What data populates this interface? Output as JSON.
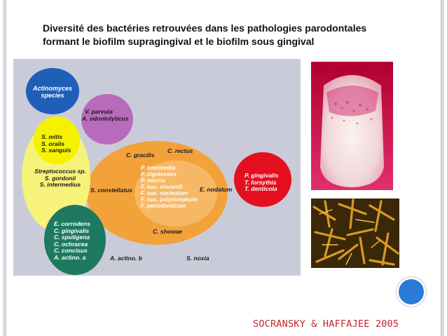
{
  "slide": {
    "title_line1": "Diversité des bactéries retrouvées dans les pathologies parodontales",
    "title_line2": "formant le biofilm supragingival et le biofilm sous gingival",
    "credit": "SOCRANSKY & HAFFAJEE 2005"
  },
  "colors": {
    "blue": "#1f5fb8",
    "purple": "#b86bbd",
    "yellow": "#f5f200",
    "pale_yellow": "#f7f27a",
    "orange": "#f3a23a",
    "light_orange": "#f7b866",
    "red": "#e4101f",
    "green": "#1d7a5e",
    "panel_bg": "#c9ccd8",
    "credit_red": "#c0262c",
    "accent_dot": "#2a7ad6"
  },
  "diagram": {
    "blue": [
      "Actinomyces",
      "species"
    ],
    "purple": [
      "V. parvula",
      "A. odontolyticus"
    ],
    "yellow_inner": [
      "S. mitis",
      "S. oralis",
      "S. sanguis"
    ],
    "yellow_outer": [
      "Streptococcus sp.",
      "S. gordonii",
      "S. intermedius"
    ],
    "orange_top": [
      "C. gracilis",
      "C. rectus"
    ],
    "orange_inner": [
      "P. intermedia",
      "P. nigrescens",
      "P. micros",
      "F. nuc. vincentii",
      "F. nuc. nucleatum",
      "F. nuc. polymorphum",
      "F. periodonticum"
    ],
    "orange_left": "S. constellatus",
    "orange_right": "E. nodatum",
    "orange_bottom": "C. showae",
    "red": [
      "P. gingivalis",
      "T. forsythia",
      "T. denticola"
    ],
    "green": [
      "E. corrodens",
      "C. gingivalis",
      "C. sputigena",
      "C. ochracea",
      "C. concisus",
      "A. actino. a"
    ],
    "loose": [
      "A. actino. b",
      "S. noxia"
    ]
  }
}
